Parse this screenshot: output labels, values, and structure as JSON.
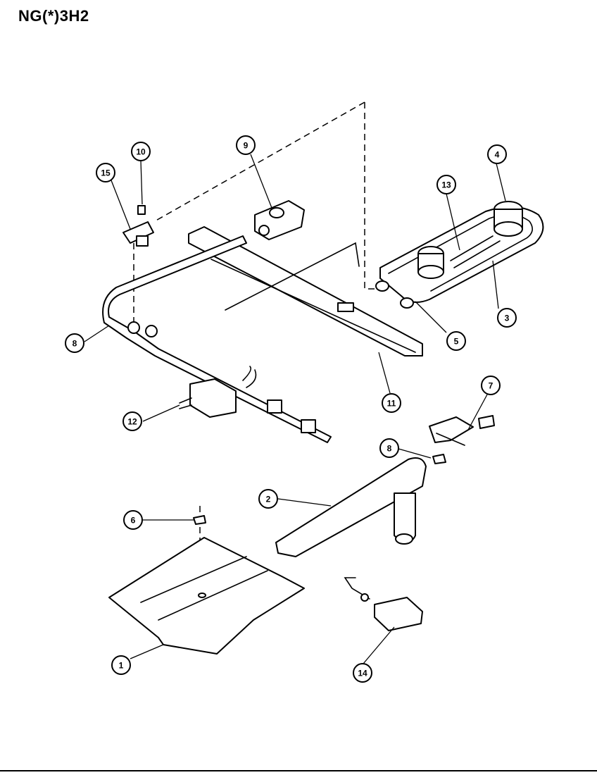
{
  "title": "NG(*)3H2",
  "callouts": [
    {
      "id": "c1",
      "label": "1"
    },
    {
      "id": "c2",
      "label": "2"
    },
    {
      "id": "c3",
      "label": "3"
    },
    {
      "id": "c4",
      "label": "4"
    },
    {
      "id": "c5",
      "label": "5"
    },
    {
      "id": "c6a",
      "label": "6"
    },
    {
      "id": "c7",
      "label": "7"
    },
    {
      "id": "c8a",
      "label": "8"
    },
    {
      "id": "c8b",
      "label": "8"
    },
    {
      "id": "c9",
      "label": "9"
    },
    {
      "id": "c10",
      "label": "10"
    },
    {
      "id": "c11",
      "label": "11"
    },
    {
      "id": "c12",
      "label": "12"
    },
    {
      "id": "c13",
      "label": "13"
    },
    {
      "id": "c14",
      "label": "14"
    },
    {
      "id": "c15",
      "label": "15"
    }
  ]
}
